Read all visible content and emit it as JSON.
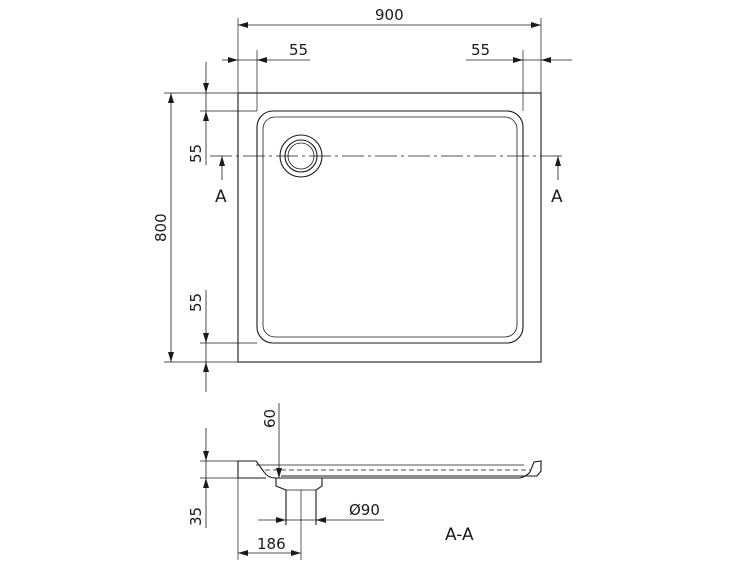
{
  "plan_view": {
    "width_dim": "900",
    "depth_dim": "800",
    "rim_left_dim": "55",
    "rim_right_dim": "55",
    "rim_top_dim": "55",
    "rim_bottom_dim": "55",
    "section_marker_left": "A",
    "section_marker_right": "A"
  },
  "section_view": {
    "title": "A-A",
    "height_dim": "60",
    "thickness_dim": "35",
    "drain_diameter_dim": "Ø90",
    "drain_offset_dim": "186"
  }
}
